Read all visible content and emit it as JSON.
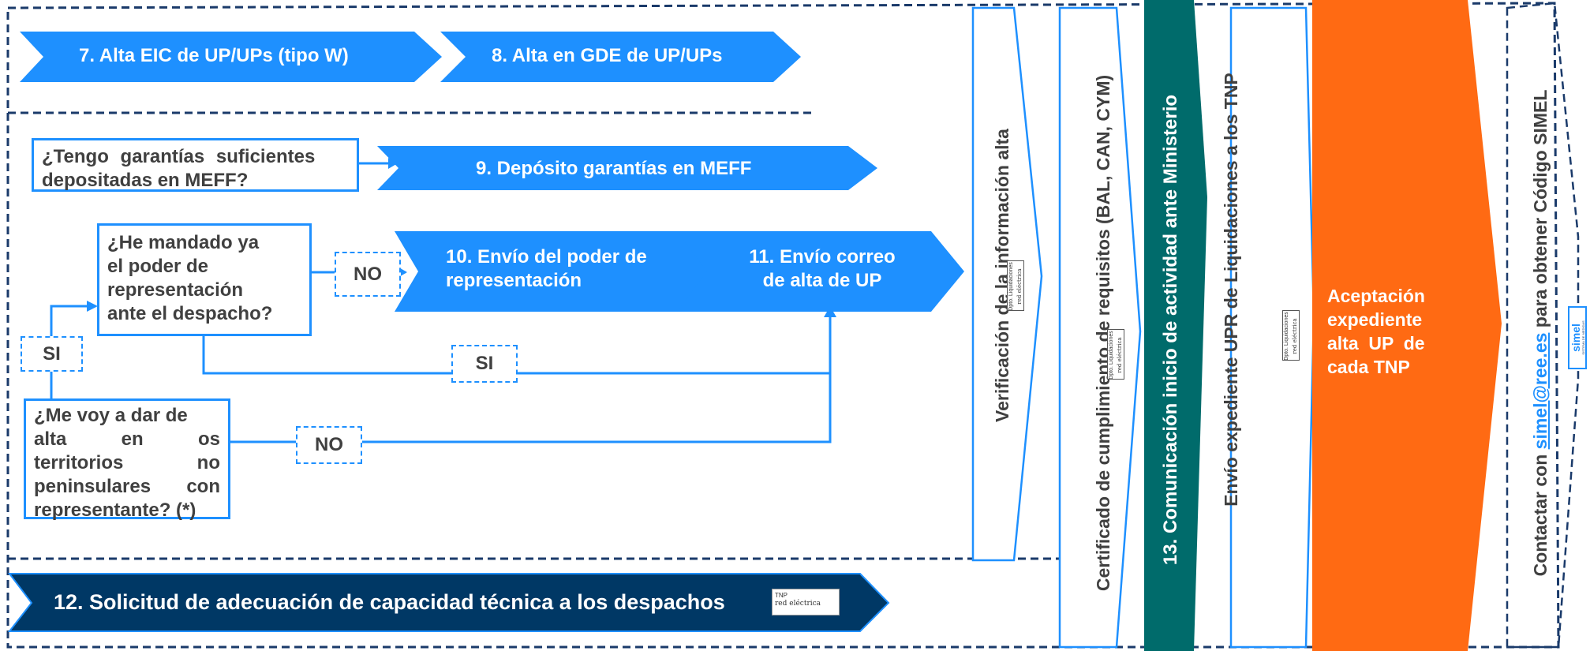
{
  "colors": {
    "blue": "#1e90ff",
    "navy": "#003865",
    "teal": "#006b6b",
    "orange": "#ff6a13",
    "navy_border": "#1a3a6a",
    "gray_text": "#404040"
  },
  "steps": {
    "s7": "7. Alta EIC de UP/UPs (tipo W)",
    "s8": "8. Alta en GDE de UP/UPs",
    "s9": "9. Depósito garantías en MEFF",
    "s10_l1": "10. Envío del poder de",
    "s10_l2": "representación",
    "s11_l1": "11. Envío correo",
    "s11_l2": "de alta de UP",
    "s12": "12. Solicitud de adecuación de capacidad técnica a los despachos"
  },
  "questions": {
    "q1_l1": "¿Tengo garantías suficientes",
    "q1_l2": "depositadas en MEFF?",
    "q2_l1": "¿He mandado ya",
    "q2_l2": "el poder de",
    "q2_l3": "representación",
    "q2_l4": "ante el despacho?",
    "q3_l1": "¿Me voy a dar de",
    "q3_l2a": "alta",
    "q3_l2b": "en",
    "q3_l2c": "os",
    "q3_l3a": "territorios",
    "q3_l3b": "no",
    "q3_l4a": "peninsulares",
    "q3_l4b": "con",
    "q3_l5": "representante? (*)"
  },
  "labels": {
    "no": "NO",
    "si": "SI"
  },
  "columns": {
    "verificacion": "Verificación de la información alta",
    "certificado": "Certificado de cumplimiento de requisitos (BAL, CAN, CYM)",
    "comunicacion": "13. Comunicación inicio de actividad ante Ministerio",
    "envio_upr": "Envío expediente UPR de Liquidaciones  a los TNP",
    "aceptacion_l1": "Aceptación",
    "aceptacion_l2": "expediente",
    "aceptacion_l3": "alta  UP  de",
    "aceptacion_l4": "cada TNP",
    "contactar_pre": "Contactar con ",
    "contactar_email": "simel@ree.es",
    "contactar_post": " para obtener Código SIMEL"
  },
  "stamps": {
    "dpto_l1": "Dpto. Liquidaciones",
    "dpto_l2": "red eléctrica",
    "tnp_l1": "TNP",
    "tnp_l2": "red eléctrica"
  },
  "logo": {
    "name": "simel",
    "sub": "SISTEMA DE MEDIDAS"
  }
}
